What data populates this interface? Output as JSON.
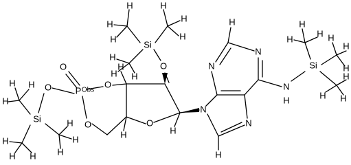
{
  "atoms": {
    "si": "Si",
    "o": "O",
    "n": "N",
    "h": "H",
    "p": "P",
    "obs": "Obs"
  },
  "colors": {
    "bond": "#000000",
    "background": "#ffffff"
  }
}
